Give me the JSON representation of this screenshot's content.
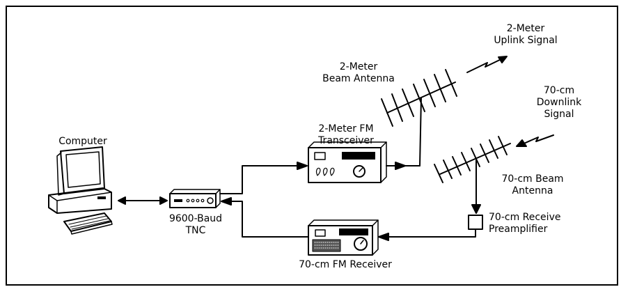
{
  "labels": {
    "computer": "Computer",
    "tnc_line1": "9600-Baud",
    "tnc_line2": "TNC",
    "transceiver_line1": "2-Meter FM",
    "transceiver_line2": "Transceiver",
    "receiver": "70-cm FM Receiver",
    "beam2m_line1": "2-Meter",
    "beam2m_line2": "Beam Antenna",
    "uplink_line1": "2-Meter",
    "uplink_line2": "Uplink Signal",
    "downlink_line1": "70-cm",
    "downlink_line2": "Downlink",
    "downlink_line3": "Signal",
    "beam70_line1": "70-cm Beam",
    "beam70_line2": "Antenna",
    "preamp_line1": "70-cm Receive",
    "preamp_line2": "Preamplifier"
  }
}
